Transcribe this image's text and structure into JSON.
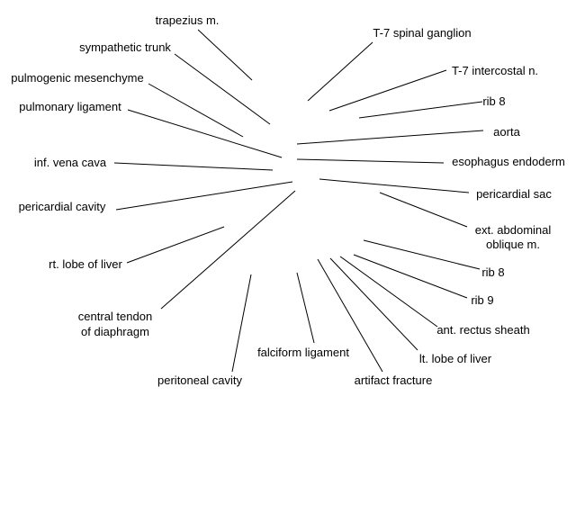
{
  "labels": [
    {
      "id": "trapezius",
      "lines": [
        "trapezius m."
      ]
    },
    {
      "id": "sympathetic-trunk",
      "lines": [
        "sympathetic trunk"
      ]
    },
    {
      "id": "pulmogenic-mesenchyme",
      "lines": [
        "pulmogenic mesenchyme"
      ]
    },
    {
      "id": "pulmonary-ligament",
      "lines": [
        "pulmonary ligament"
      ]
    },
    {
      "id": "inf-vena-cava",
      "lines": [
        "inf. vena cava"
      ]
    },
    {
      "id": "pericardial-cavity",
      "lines": [
        "pericardial cavity"
      ]
    },
    {
      "id": "rt-lobe-liver",
      "lines": [
        "rt. lobe of liver"
      ]
    },
    {
      "id": "central-tendon",
      "lines": [
        "central tendon",
        "of diaphragm"
      ]
    },
    {
      "id": "peritoneal-cavity",
      "lines": [
        "peritoneal cavity"
      ]
    },
    {
      "id": "falciform-ligament",
      "lines": [
        "falciform ligament"
      ]
    },
    {
      "id": "artifact-fracture",
      "lines": [
        "artifact fracture"
      ]
    },
    {
      "id": "lt-lobe-liver",
      "lines": [
        "lt. lobe of liver"
      ]
    },
    {
      "id": "ant-rectus-sheath",
      "lines": [
        "ant. rectus sheath"
      ]
    },
    {
      "id": "rib-9",
      "lines": [
        "rib 9"
      ]
    },
    {
      "id": "rib-8-lower",
      "lines": [
        "rib 8"
      ]
    },
    {
      "id": "ext-abdominal-oblique",
      "lines": [
        "ext. abdominal",
        "oblique m."
      ]
    },
    {
      "id": "pericardial-sac",
      "lines": [
        "pericardial sac"
      ]
    },
    {
      "id": "esophagus-endoderm",
      "lines": [
        "esophagus endoderm"
      ]
    },
    {
      "id": "aorta",
      "lines": [
        "aorta"
      ]
    },
    {
      "id": "rib-8-upper",
      "lines": [
        "rib 8"
      ]
    },
    {
      "id": "t7-intercostal",
      "lines": [
        "T-7 intercostal n."
      ]
    },
    {
      "id": "t7-spinal-ganglion",
      "lines": [
        "T-7 spinal ganglion"
      ]
    }
  ]
}
